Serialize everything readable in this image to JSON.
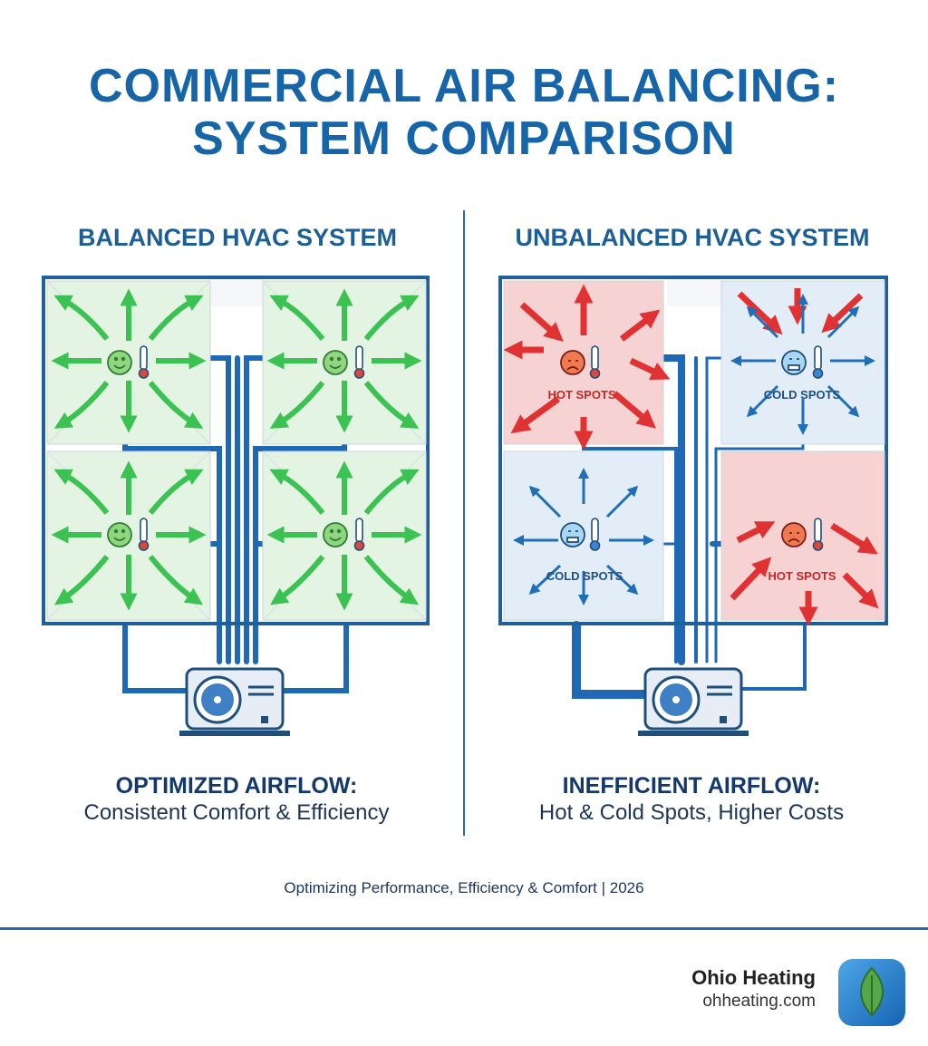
{
  "title_line1": "COMMERCIAL AIR BALANCING:",
  "title_line2": "SYSTEM COMPARISON",
  "left": {
    "heading": "BALANCED HVAC SYSTEM",
    "caption_title": "OPTIMIZED AIRFLOW:",
    "caption_text": "Consistent Comfort & Efficiency"
  },
  "right": {
    "heading": "UNBALANCED HVAC SYSTEM",
    "caption_title": "INEFFICIENT AIRFLOW:",
    "caption_text": "Hot & Cold Spots, Higher Costs",
    "hot_label": "HOT SPOTS",
    "cold_label": "COLD SPOTS"
  },
  "footer_note": "Optimizing Performance, Efficiency & Comfort  |  2026",
  "brand": {
    "name": "Ohio Heating",
    "url": "ohheating.com"
  },
  "colors": {
    "accent": "#1565a8",
    "balanced": "#3cc153",
    "hot": "#e03232",
    "cold": "#1f6eb8",
    "duct": "#1f68b6"
  },
  "icons": [
    "smiley-face-icon",
    "thermometer-icon",
    "hot-face-icon",
    "cold-face-icon",
    "fan-unit-icon",
    "leaf-logo-icon"
  ]
}
